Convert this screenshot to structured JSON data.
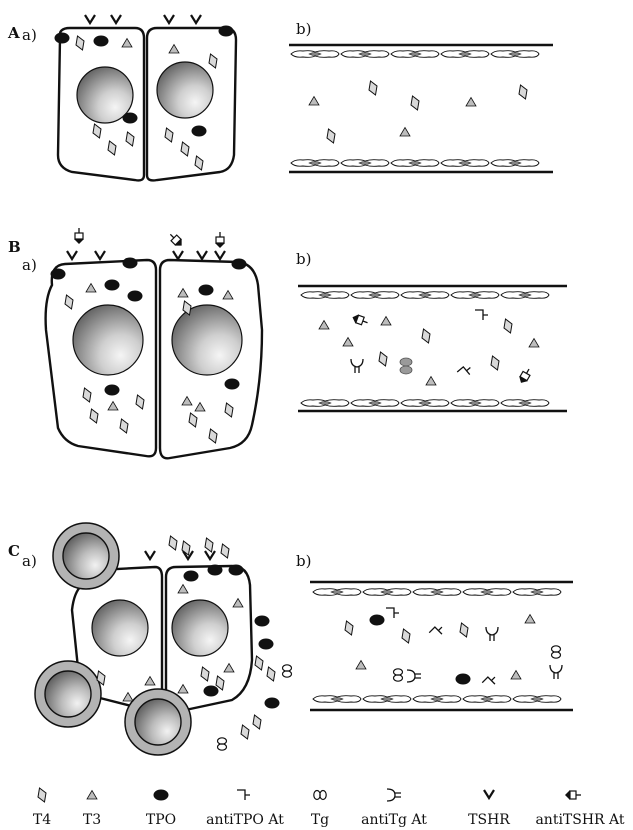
{
  "panels": [
    {
      "letter": "A",
      "sub_a": "a)",
      "sub_b": "b)"
    },
    {
      "letter": "B",
      "sub_a": "a)",
      "sub_b": "b)"
    },
    {
      "letter": "C",
      "sub_a": "a)",
      "sub_b": "b)"
    }
  ],
  "legend": {
    "items": [
      {
        "icon": "t4-diamond-icon",
        "label": "T4"
      },
      {
        "icon": "t3-triangle-icon",
        "label": "T3"
      },
      {
        "icon": "tpo-ellipse-icon",
        "label": "TPO"
      },
      {
        "icon": "anti-tpo-antibody-icon",
        "label": "antiTPO At"
      },
      {
        "icon": "tg-icon",
        "label": "Tg"
      },
      {
        "icon": "anti-tg-antibody-icon",
        "label": "antiTg At"
      },
      {
        "icon": "tshr-receptor-icon",
        "label": "TSHR"
      },
      {
        "icon": "anti-tshr-antibody-icon",
        "label": "antiTSHR At"
      }
    ]
  },
  "colors": {
    "stroke": "#111111",
    "t3_fill": "#bdbdbd",
    "t4_fill": "#d9d9d9",
    "nucleus_light": "#f4f4f4",
    "nucleus_dark": "#5a5a5a",
    "lymphocyte_outer": "#b3b3b3"
  }
}
